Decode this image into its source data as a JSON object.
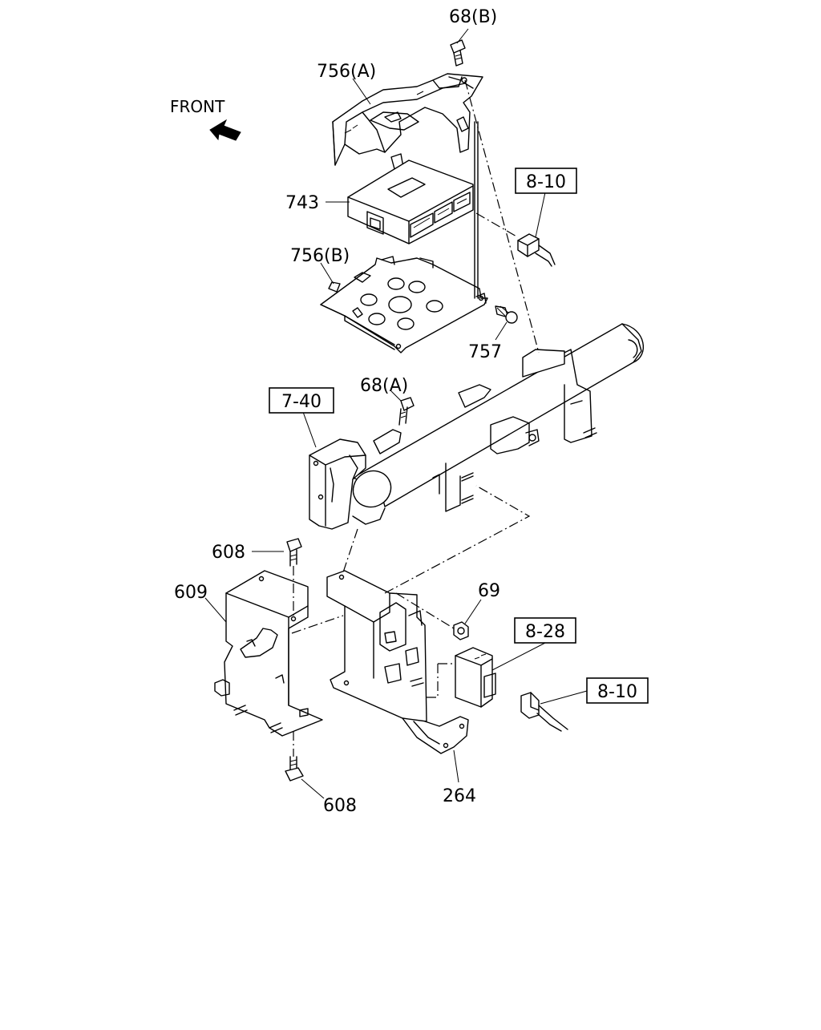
{
  "front_label": "FRONT",
  "callouts": [
    {
      "id": "c68b",
      "text": "68(B)"
    },
    {
      "id": "c756a",
      "text": "756(A)"
    },
    {
      "id": "c743",
      "text": "743"
    },
    {
      "id": "c756b",
      "text": "756(B)"
    },
    {
      "id": "c757",
      "text": "757"
    },
    {
      "id": "c68a",
      "text": "68(A)"
    },
    {
      "id": "c608top",
      "text": "608"
    },
    {
      "id": "c609",
      "text": "609"
    },
    {
      "id": "c69",
      "text": "69"
    },
    {
      "id": "c264",
      "text": "264"
    },
    {
      "id": "c608bot",
      "text": "608"
    }
  ],
  "references": [
    {
      "id": "r810a",
      "text": "8-10"
    },
    {
      "id": "r740",
      "text": "7-40"
    },
    {
      "id": "r828",
      "text": "8-28"
    },
    {
      "id": "r810b",
      "text": "8-10"
    }
  ]
}
